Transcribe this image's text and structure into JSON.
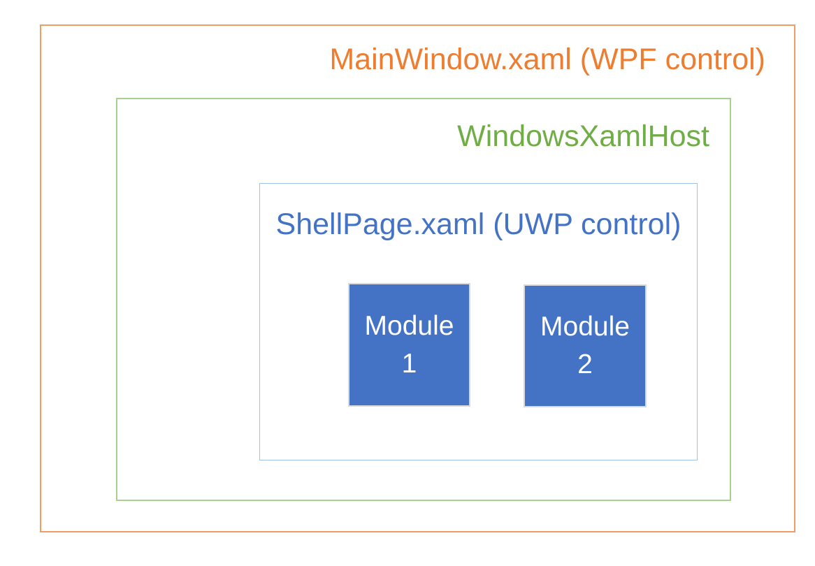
{
  "colors": {
    "orange_text": "#ED7D31",
    "orange_border": "#F09C63",
    "green_text": "#70AD47",
    "green_border": "#A9D18E",
    "blue_text": "#4472C4",
    "shell_border": "#9DC3E6",
    "module_fill": "#4472C4",
    "module_border": "#D6D9DE",
    "module_text": "#FFFFFF",
    "background": "#FFFFFF"
  },
  "diagram": {
    "main_window": {
      "label": "MainWindow.xaml (WPF control)"
    },
    "xaml_host": {
      "label": "WindowsXamlHost"
    },
    "shell_page": {
      "label": "ShellPage.xaml (UWP control)"
    },
    "modules": [
      {
        "line1": "Module",
        "line2": "1"
      },
      {
        "line1": "Module",
        "line2": "2"
      }
    ]
  }
}
